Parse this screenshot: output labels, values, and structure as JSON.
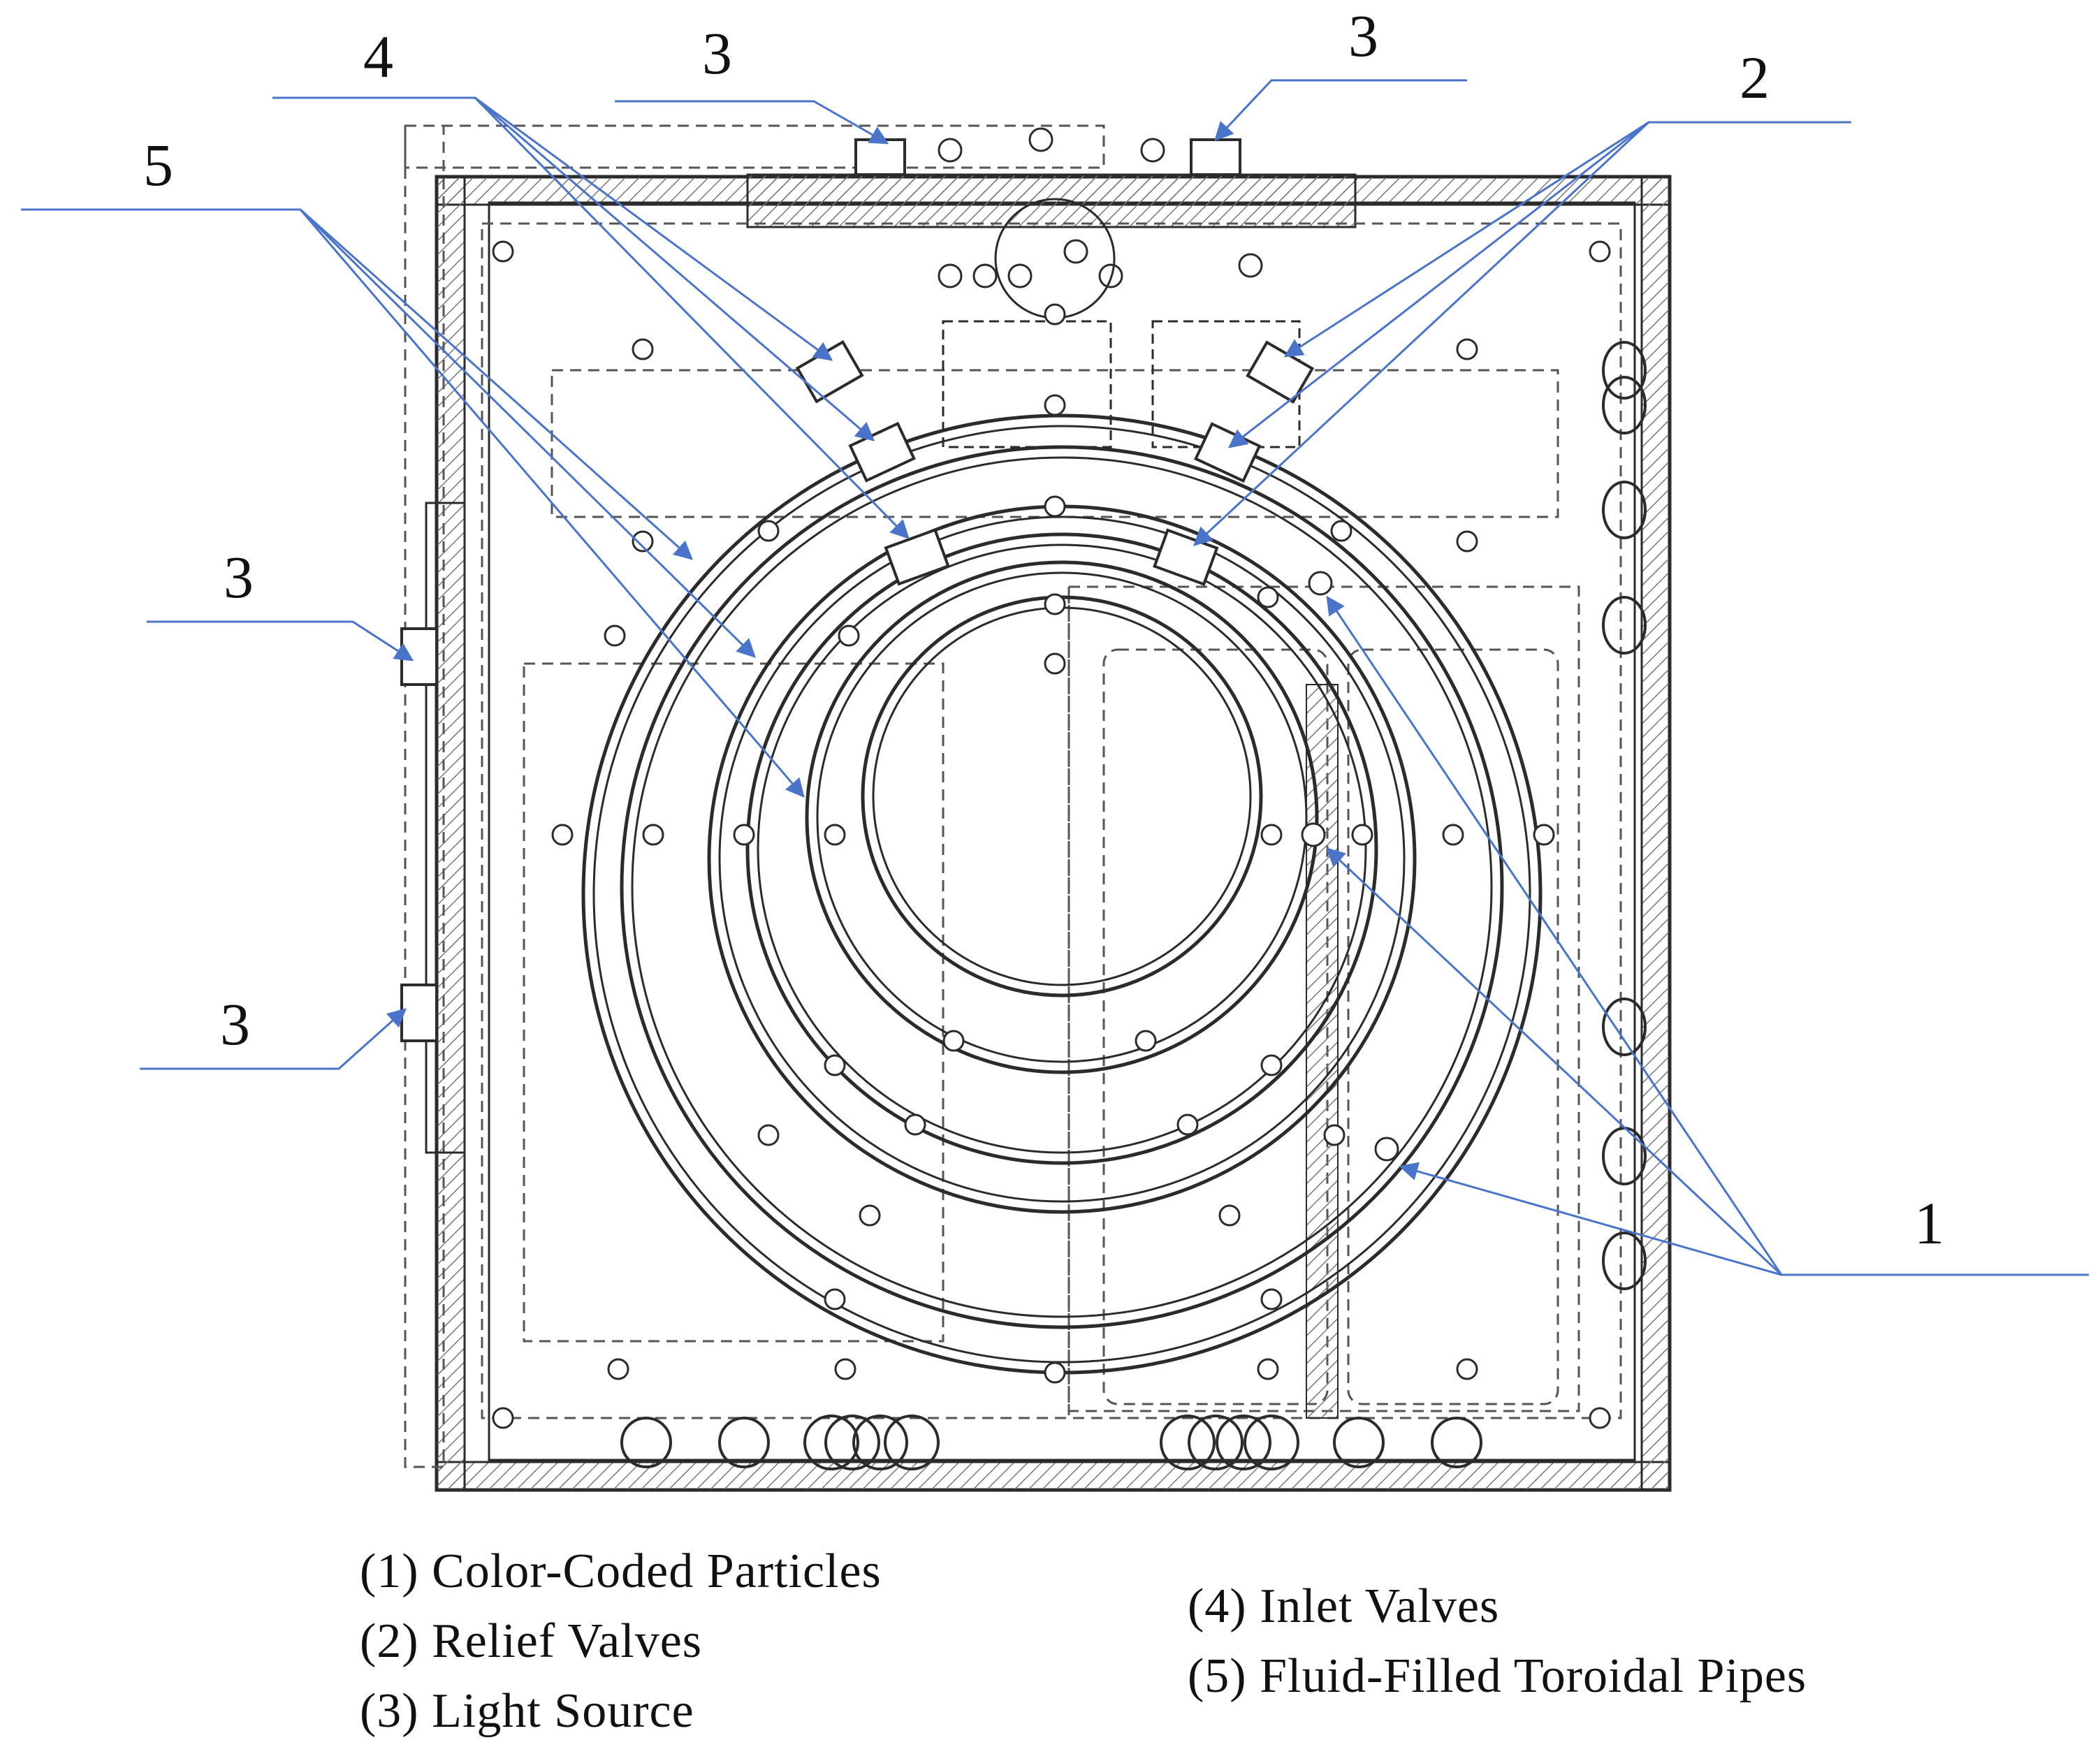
{
  "diagram": {
    "callout_numbers": [
      "4",
      "3",
      "3",
      "2",
      "5",
      "3",
      "3",
      "1"
    ],
    "colors": {
      "outline": "#2b2b2b",
      "dashed": "#555555",
      "callout_line": "#4a74c9",
      "hatch": "#777777"
    }
  },
  "legend": {
    "left": [
      "(1) Color-Coded Particles",
      "(2) Relief Valves",
      "(3) Light Source"
    ],
    "right": [
      "(4) Inlet Valves",
      "(5) Fluid-Filled Toroidal Pipes"
    ]
  }
}
